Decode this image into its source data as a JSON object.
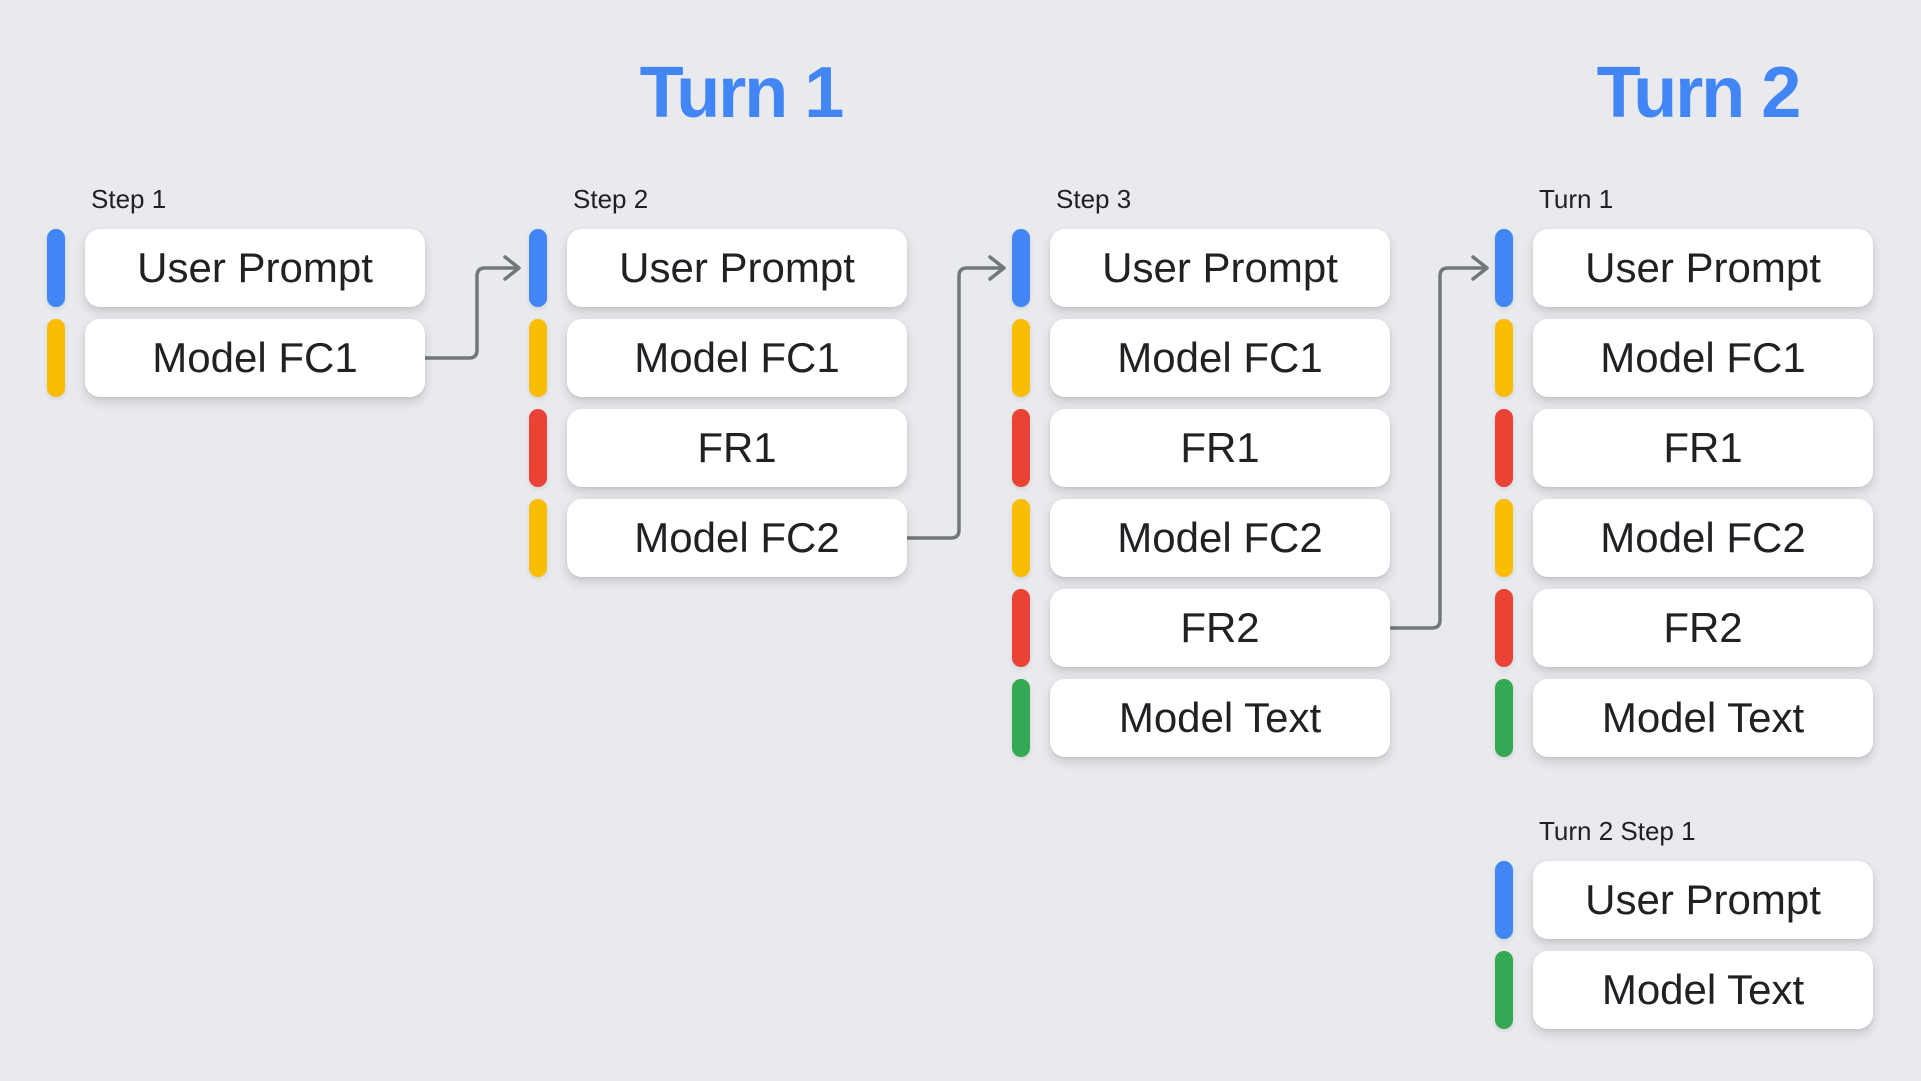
{
  "page": {
    "background": "#E8EAED"
  },
  "colors": {
    "user": "#4285F4",
    "model_fc": "#FBBC04",
    "function_response": "#EA4335",
    "model_text": "#34A853",
    "title_accent": "#4285F4",
    "arrow": "#72777B",
    "card_bg": "#FFFFFF",
    "card_text": "#202124",
    "label_text": "#202124"
  },
  "titles": {
    "turn1": "Turn 1",
    "turn2": "Turn 2"
  },
  "columns": [
    {
      "label": "Step 1",
      "rows": [
        {
          "type": "user",
          "text": "User Prompt"
        },
        {
          "type": "model_fc",
          "text": "Model FC1"
        }
      ]
    },
    {
      "label": "Step 2",
      "rows": [
        {
          "type": "user",
          "text": "User Prompt"
        },
        {
          "type": "model_fc",
          "text": "Model FC1"
        },
        {
          "type": "function_response",
          "text": "FR1"
        },
        {
          "type": "model_fc",
          "text": "Model FC2"
        }
      ]
    },
    {
      "label": "Step 3",
      "rows": [
        {
          "type": "user",
          "text": "User Prompt"
        },
        {
          "type": "model_fc",
          "text": "Model FC1"
        },
        {
          "type": "function_response",
          "text": "FR1"
        },
        {
          "type": "model_fc",
          "text": "Model FC2"
        },
        {
          "type": "function_response",
          "text": "FR2"
        },
        {
          "type": "model_text",
          "text": "Model Text"
        }
      ]
    },
    {
      "label": "Turn 1",
      "rows": [
        {
          "type": "user",
          "text": "User Prompt"
        },
        {
          "type": "model_fc",
          "text": "Model FC1"
        },
        {
          "type": "function_response",
          "text": "FR1"
        },
        {
          "type": "model_fc",
          "text": "Model FC2"
        },
        {
          "type": "function_response",
          "text": "FR2"
        },
        {
          "type": "model_text",
          "text": "Model Text"
        }
      ]
    },
    {
      "label": "Turn 2 Step 1",
      "rows": [
        {
          "type": "user",
          "text": "User Prompt"
        },
        {
          "type": "model_text",
          "text": "Model Text"
        }
      ]
    }
  ]
}
